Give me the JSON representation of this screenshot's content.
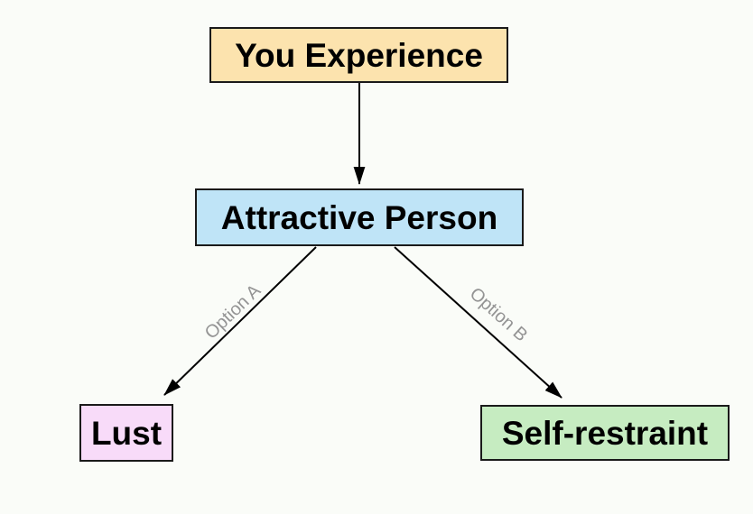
{
  "canvas": {
    "background": "#FAFCF8",
    "node_border_color": "#1A1A1A",
    "node_text_color": "#000000",
    "edge_color": "#000000",
    "edge_label_color": "#949494"
  },
  "diagram": {
    "type": "flowchart",
    "nodes": [
      {
        "id": "you-experience",
        "label": "You Experience",
        "fill": "#FCE3AE"
      },
      {
        "id": "attractive-person",
        "label": "Attractive Person",
        "fill": "#BFE4F7"
      },
      {
        "id": "lust",
        "label": "Lust",
        "fill": "#F8DBF9"
      },
      {
        "id": "self-restraint",
        "label": "Self-restraint",
        "fill": "#C6ECC1"
      }
    ],
    "edges": [
      {
        "from": "you-experience",
        "to": "attractive-person",
        "label": ""
      },
      {
        "from": "attractive-person",
        "to": "lust",
        "label": "Option A"
      },
      {
        "from": "attractive-person",
        "to": "self-restraint",
        "label": "Option B"
      }
    ]
  }
}
